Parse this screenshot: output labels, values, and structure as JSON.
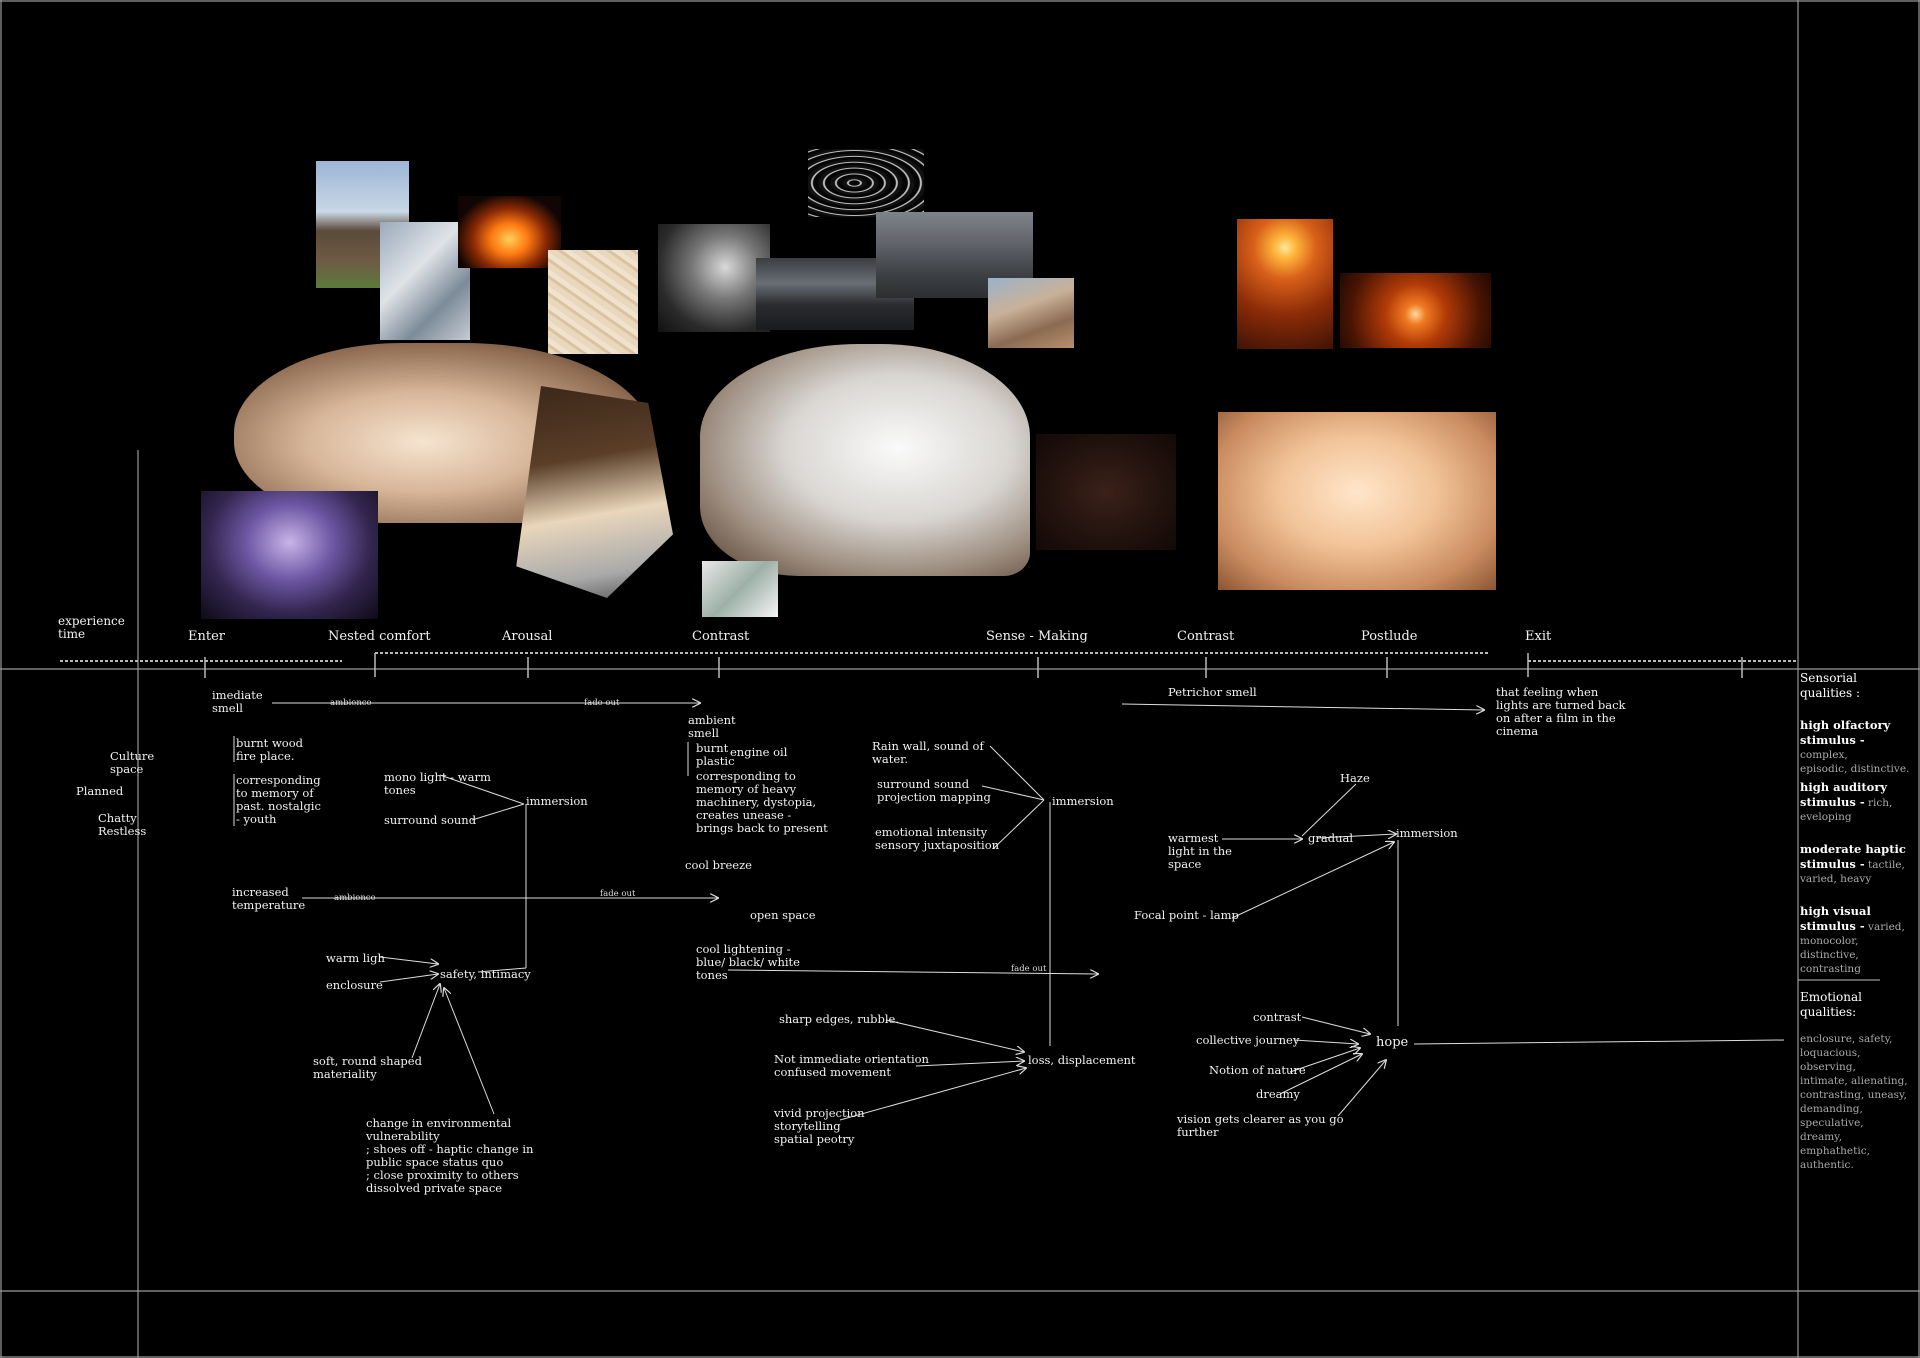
{
  "axis": {
    "label": "experience\ntime"
  },
  "stages": [
    "Enter",
    "Nested comfort",
    "Arousal",
    "Contrast",
    "Sense - Making",
    "Contrast",
    "Postlude",
    "Exit"
  ],
  "left_notes": {
    "culture": "Culture\nspace",
    "planned": "Planned",
    "chatty": "Chatty\nRestless"
  },
  "enter": {
    "smell": "imediate\nsmell",
    "ambience1": "ambience",
    "fadeout1": "fade out",
    "burnt_wood": "burnt wood\nfire place.",
    "memory": "corresponding\nto memory of\npast. nostalgic\n- youth",
    "temperature": "increased\ntemperature",
    "ambience2": "ambience",
    "fadeout2": "fade out"
  },
  "nested": {
    "mono_light": "mono light - warm\ntones",
    "surround": "surround sound",
    "immersion": "immersion",
    "warm_light": "warm ligh",
    "enclosure": "enclosure",
    "safety": "safety, intimacy",
    "soft": "soft, round shaped\nmateriality",
    "change": "change in environmental\nvulnerability\n; shoes off - haptic change in\npublic space status quo\n; close proximity to others\ndissolved private space"
  },
  "contrast": {
    "ambient_smell": "ambient\nsmell",
    "burnt_plastic": "burnt\nplastic",
    "engine_oil": "engine oil",
    "memory_heavy": "corresponding to\nmemory of heavy\nmachinery, dystopia,\ncreates unease -\nbrings back to present",
    "cool_breeze": "cool breeze",
    "open_space": "open space",
    "cool_lightening": "cool lightening -\nblue/ black/ white\ntones",
    "fadeout3": "fade out",
    "sharp": "sharp edges, rubble.",
    "orientation": "Not immediate orientation\n confused movement",
    "vivid": "vivid projection\nstorytelling\nspatial peotry",
    "loss": "loss, displacement"
  },
  "sense": {
    "rain": "Rain wall, sound of\nwater.",
    "surround": "surround sound\n projection mapping",
    "emotional": "emotional intensity\nsensory juxtaposition",
    "immersion": "immersion"
  },
  "contrast2": {
    "petrichor": "Petrichor smell",
    "haze": "Haze",
    "warmest": "warmest\nlight in the\nspace",
    "gradual": "gradual",
    "immersion": "immersion",
    "focal": "Focal point - lamp",
    "contrast": "contrast",
    "collective": "collective journey",
    "nature": "Notion of nature",
    "dreamy": "dreamy",
    "vision": "vision gets clearer as you go\nfurther",
    "hope": "hope"
  },
  "exit": {
    "cinema": "that feeling when\nlights are turned back\non after a film in the\ncinema"
  },
  "sidebar": {
    "sensorial_title": "Sensorial\nqualities :",
    "q1_title": "high olfactory\nstimulus -",
    "q1_text": " complex,\nepisodic, distinctive.",
    "q2_title": "high auditory\nstimulus -",
    "q2_text": " rich,\neveloping",
    "q3_title": "moderate haptic\nstimulus -",
    "q3_text": " tactile,\nvaried, heavy",
    "q4_title": "high visual\nstimulus -",
    "q4_text": " varied,\nmonocolor, distinctive,\ncontrasting",
    "emotional_title": "Emotional\nqualities:",
    "emotional_text": "enclosure, safety,\nloquacious, observing,\nintimate, alienating,\ncontrasting, uneasy,\ndemanding, speculative,\ndreamy, emphathetic,\nauthentic."
  }
}
